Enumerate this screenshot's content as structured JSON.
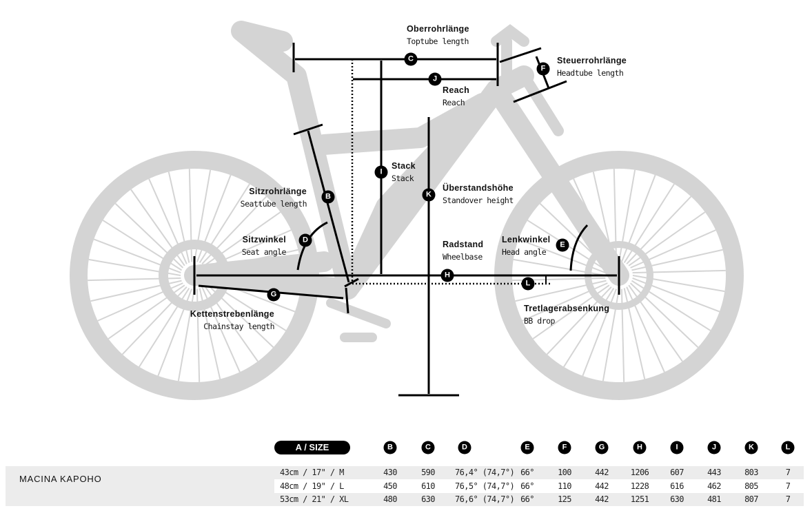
{
  "labels": {
    "toptube": {
      "de": "Oberrohrlänge",
      "en": "Toptube length"
    },
    "headtube": {
      "de": "Steuerrohrlänge",
      "en": "Headtube length"
    },
    "reach": {
      "de": "Reach",
      "en": "Reach"
    },
    "stack": {
      "de": "Stack",
      "en": "Stack"
    },
    "seattube": {
      "de": "Sitzrohrlänge",
      "en": "Seattube length"
    },
    "standover": {
      "de": "Überstandshöhe",
      "en": "Standover height"
    },
    "seatangle": {
      "de": "Sitzwinkel",
      "en": "Seat angle"
    },
    "wheelbase": {
      "de": "Radstand",
      "en": "Wheelbase"
    },
    "headangle": {
      "de": "Lenkwinkel",
      "en": "Head angle"
    },
    "bbdrop": {
      "de": "Tretlagerabsenkung",
      "en": "BB drop"
    },
    "chainstay": {
      "de": "Kettenstrebenlänge",
      "en": "Chainstay length"
    }
  },
  "badges": {
    "B": "B",
    "C": "C",
    "D": "D",
    "E": "E",
    "F": "F",
    "G": "G",
    "H": "H",
    "I": "I",
    "J": "J",
    "K": "K",
    "L": "L"
  },
  "table": {
    "size_header": "A / SIZE",
    "columns": [
      "B",
      "C",
      "D",
      "E",
      "F",
      "G",
      "H",
      "I",
      "J",
      "K",
      "L"
    ],
    "model": "MACINA KAPOHO",
    "rows": [
      {
        "size": "43cm / 17\" / M",
        "values": [
          "430",
          "590",
          "76,4° (74,7°)",
          "66°",
          "100",
          "442",
          "1206",
          "607",
          "443",
          "803",
          "7"
        ]
      },
      {
        "size": "48cm / 19\" / L",
        "values": [
          "450",
          "610",
          "76,5° (74,7°)",
          "66°",
          "110",
          "442",
          "1228",
          "616",
          "462",
          "805",
          "7"
        ]
      },
      {
        "size": "53cm / 21\" / XL",
        "values": [
          "480",
          "630",
          "76,6° (74,7°)",
          "66°",
          "125",
          "442",
          "1251",
          "630",
          "481",
          "807",
          "7"
        ]
      }
    ]
  },
  "colors": {
    "bike": "#d4d4d4",
    "lines": "#000000",
    "row_alt": "#ececec"
  }
}
